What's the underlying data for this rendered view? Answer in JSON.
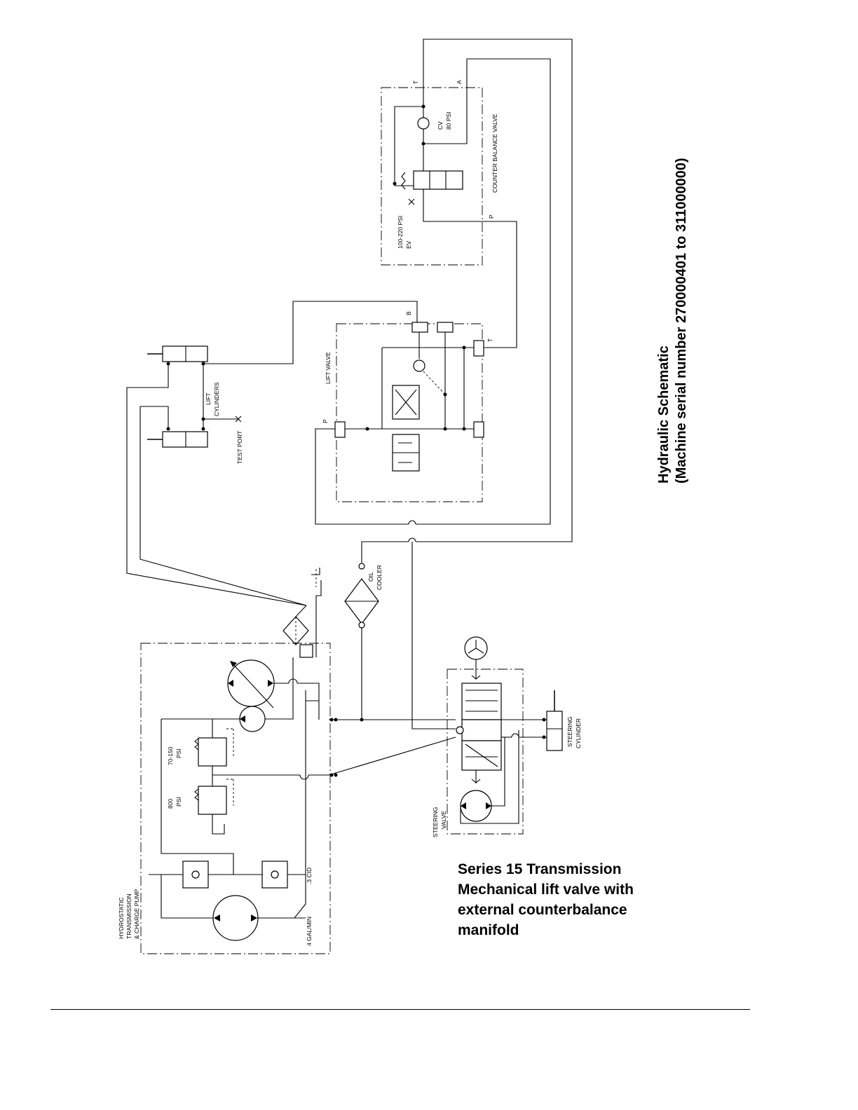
{
  "side_title": {
    "line1": "Hydraulic Schematic",
    "line2": "(Machine serial number 270000401 to 311000000)"
  },
  "caption": {
    "line1": "Series 15 Transmission",
    "line2": "Mechanical lift valve with",
    "line3": "external counterbalance",
    "line4": "manifold"
  },
  "labels": {
    "port_t_top": "T",
    "port_a_top": "A",
    "cv_line1": "CV",
    "cv_line2": "80 PSI",
    "counter_balance_valve": "COUNTER BALANCE VALVE",
    "ev_line1": "100-220 PSI",
    "ev_line2": "EV",
    "port_p_cb": "P",
    "port_b_lift": "B",
    "port_t_lift": "T",
    "lift_valve": "LIFT VALVE",
    "port_p_lift": "P",
    "lift_cyl_line1": "LIFT",
    "lift_cyl_line2": "CYLINDERS",
    "test_port": "TEST PORT",
    "oil_cooler_line1": "OIL",
    "oil_cooler_line2": "COOLER",
    "relief1_line1": "70-150",
    "relief1_line2": "PSI",
    "relief2_line1": "800",
    "relief2_line2": "PSI",
    "pump_line1": "HYDROSTATIC",
    "pump_line2": "TRANSMISSION",
    "pump_line3": "& CHARGE PUMP",
    "cid": ".3 CID",
    "gal_min": "4 GAL/MIN",
    "steering_valve_line1": "STEERING",
    "steering_valve_line2": "VALVE",
    "steering_cyl_line1": "STEERING",
    "steering_cyl_line2": "CYLINDER"
  }
}
